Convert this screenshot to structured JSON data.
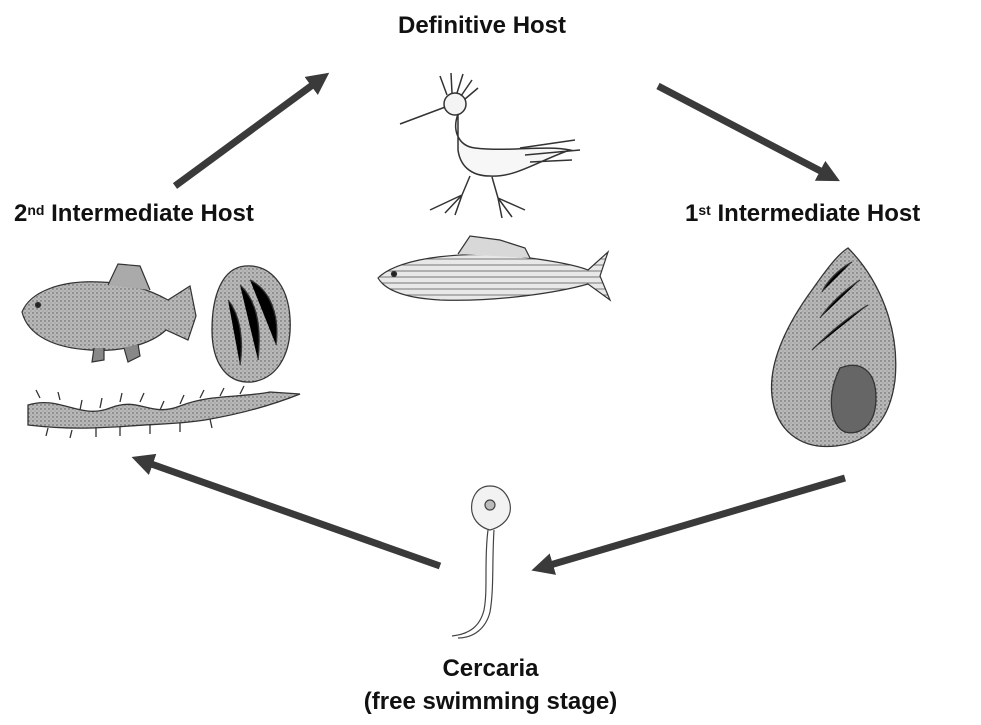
{
  "definitive_host": {
    "label": "Definitive Host"
  },
  "first_intermediate_host": {
    "number": "1",
    "suffix": "st",
    "label": "Intermediate Host"
  },
  "second_intermediate_host": {
    "number": "2",
    "suffix": "nd",
    "label": "Intermediate Host"
  },
  "cercaria": {
    "label": "Cercaria",
    "sublabel": "(free swimming stage)"
  },
  "colors": {
    "arrow": "#3a3a3a",
    "text": "#111111"
  },
  "icons": [
    "egret-icon",
    "striped-bass-icon",
    "snail-shell-icon",
    "cercaria-icon",
    "killifish-icon",
    "clam-shell-icon",
    "worm-icon"
  ]
}
